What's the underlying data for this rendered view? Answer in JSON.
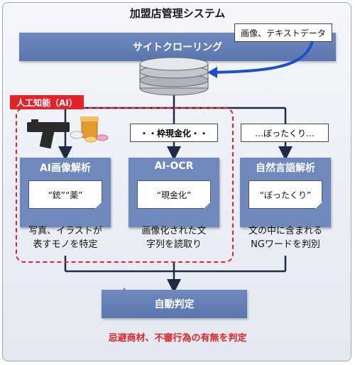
{
  "title": "加盟店管理システム",
  "crawl_bar": "サイトクローリング",
  "input_callout": "画像、テキストデータ",
  "ai_label": "人工知能（AI）",
  "modules": [
    {
      "title": "AI画像解析",
      "example": "“銃”“薬”",
      "desc_line1": "写真、イラストが",
      "desc_line2": "表すモノを特定"
    },
    {
      "title": "AI-OCR",
      "example": "“現金化”",
      "desc_line1": "画像化された文",
      "desc_line2": "字列を読取り",
      "tag": "・・枠現金化・・"
    },
    {
      "title": "自然言語解析",
      "example": "“ぼったくり”",
      "desc_line1": "文の中に含まれる",
      "desc_line2": "NGワードを判別",
      "tag": "…ぼったくり…"
    }
  ],
  "judge": "自動判定",
  "footer": "忌避商材、不審行為の有無を判定",
  "colors": {
    "module": "#6f89bd",
    "accent_red": "#e2232a",
    "connector": "#1f2a44",
    "arrow_blue": "#1e4fc9"
  },
  "icons": [
    "database-icon",
    "pistol-icon",
    "pills-icon",
    "warning-icon"
  ]
}
